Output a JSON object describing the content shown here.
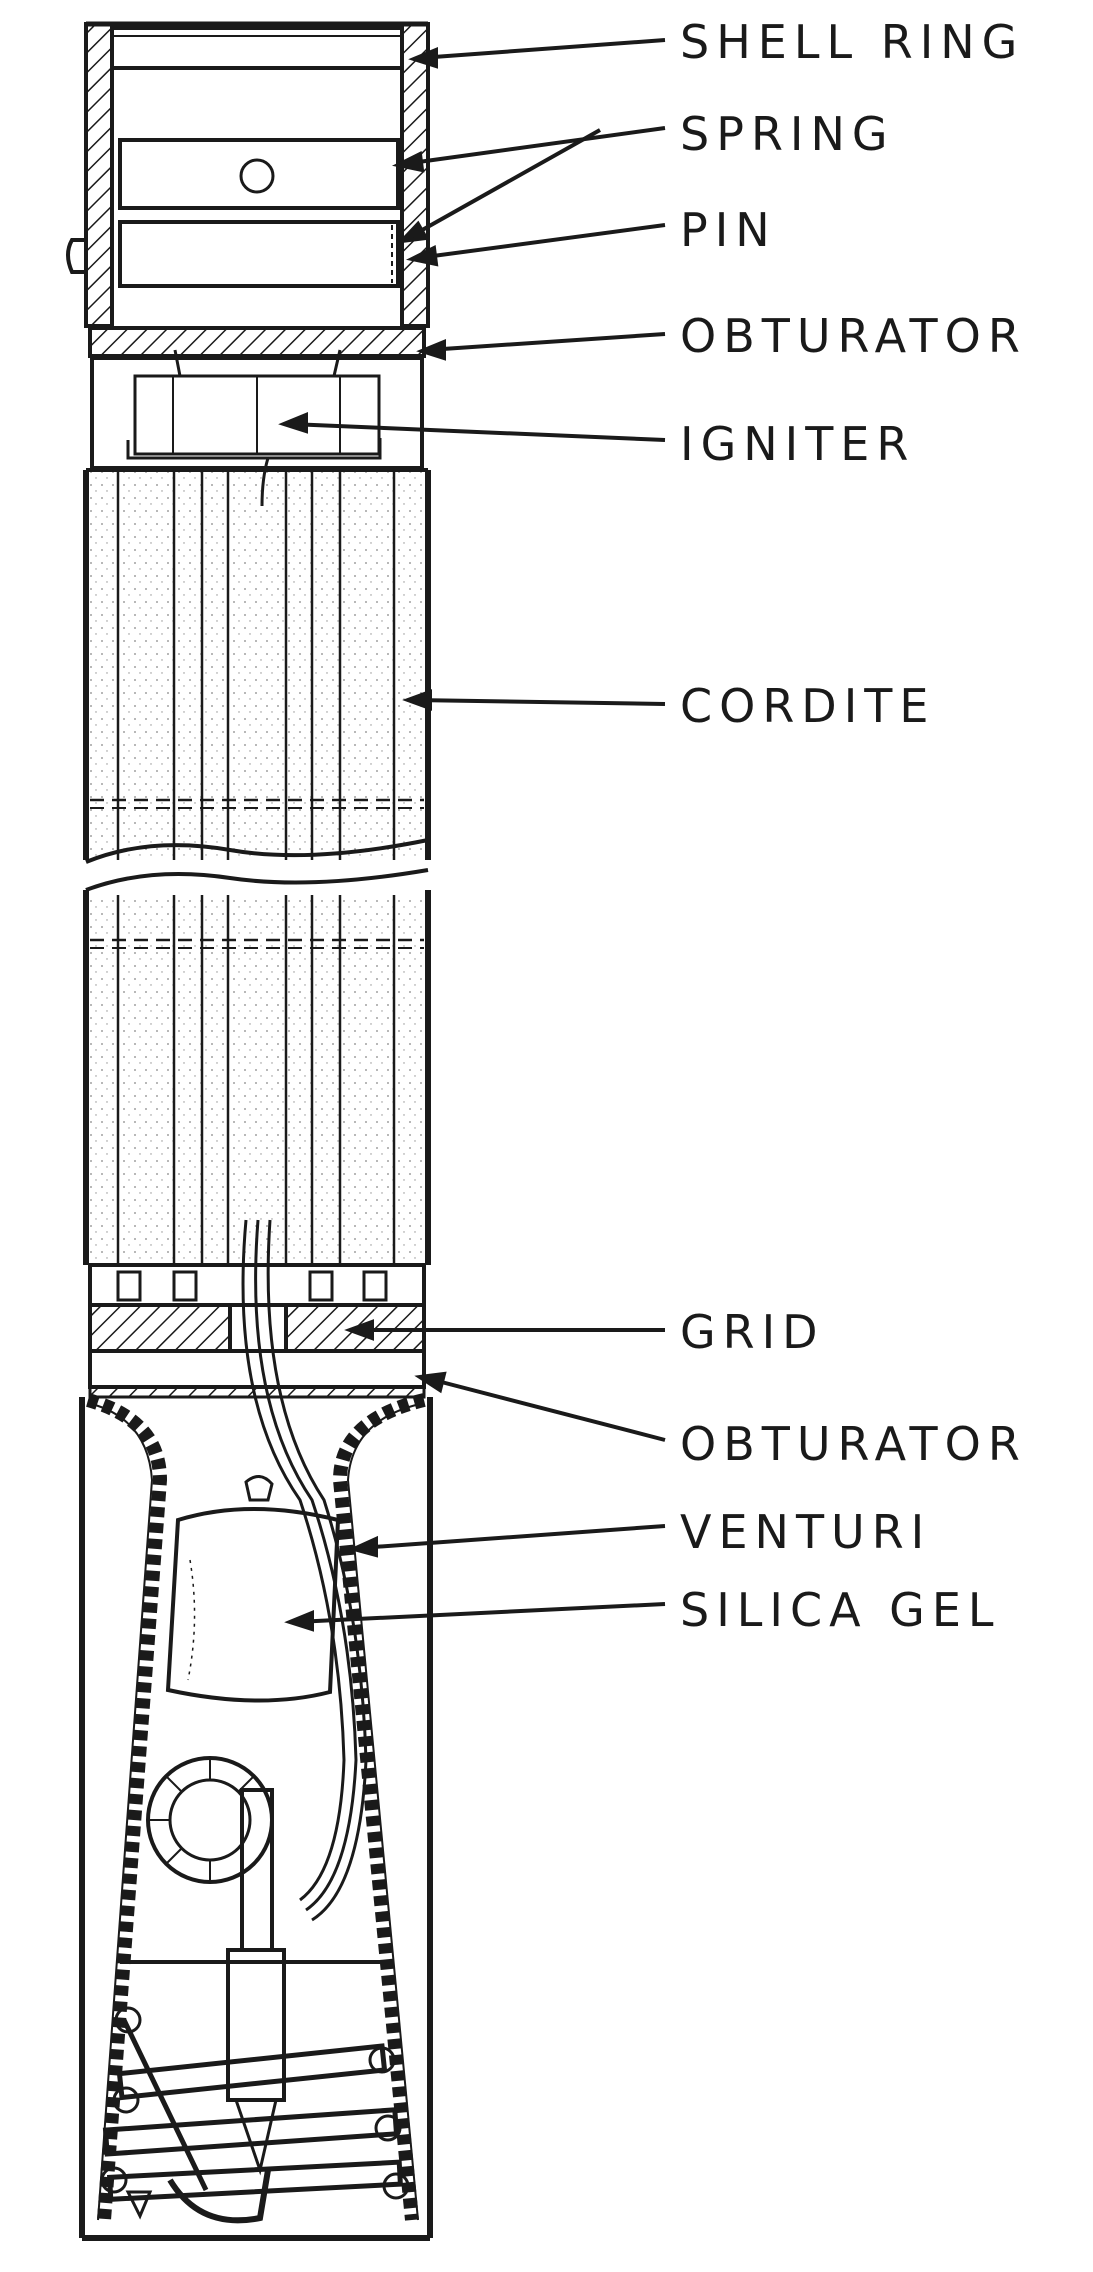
{
  "labels": {
    "shell_ring": "SHELL RING",
    "spring": "SPRING",
    "pin": "PIN",
    "obturator_top": "OBTURATOR",
    "igniter": "IGNITER",
    "cordite": "CORDITE",
    "grid": "GRID",
    "obturator_bottom": "OBTURATOR",
    "venturi": "VENTURI",
    "silica_gel": "SILICA GEL"
  },
  "colors": {
    "ink": "#1a1a1a",
    "paper": "#ffffff"
  }
}
